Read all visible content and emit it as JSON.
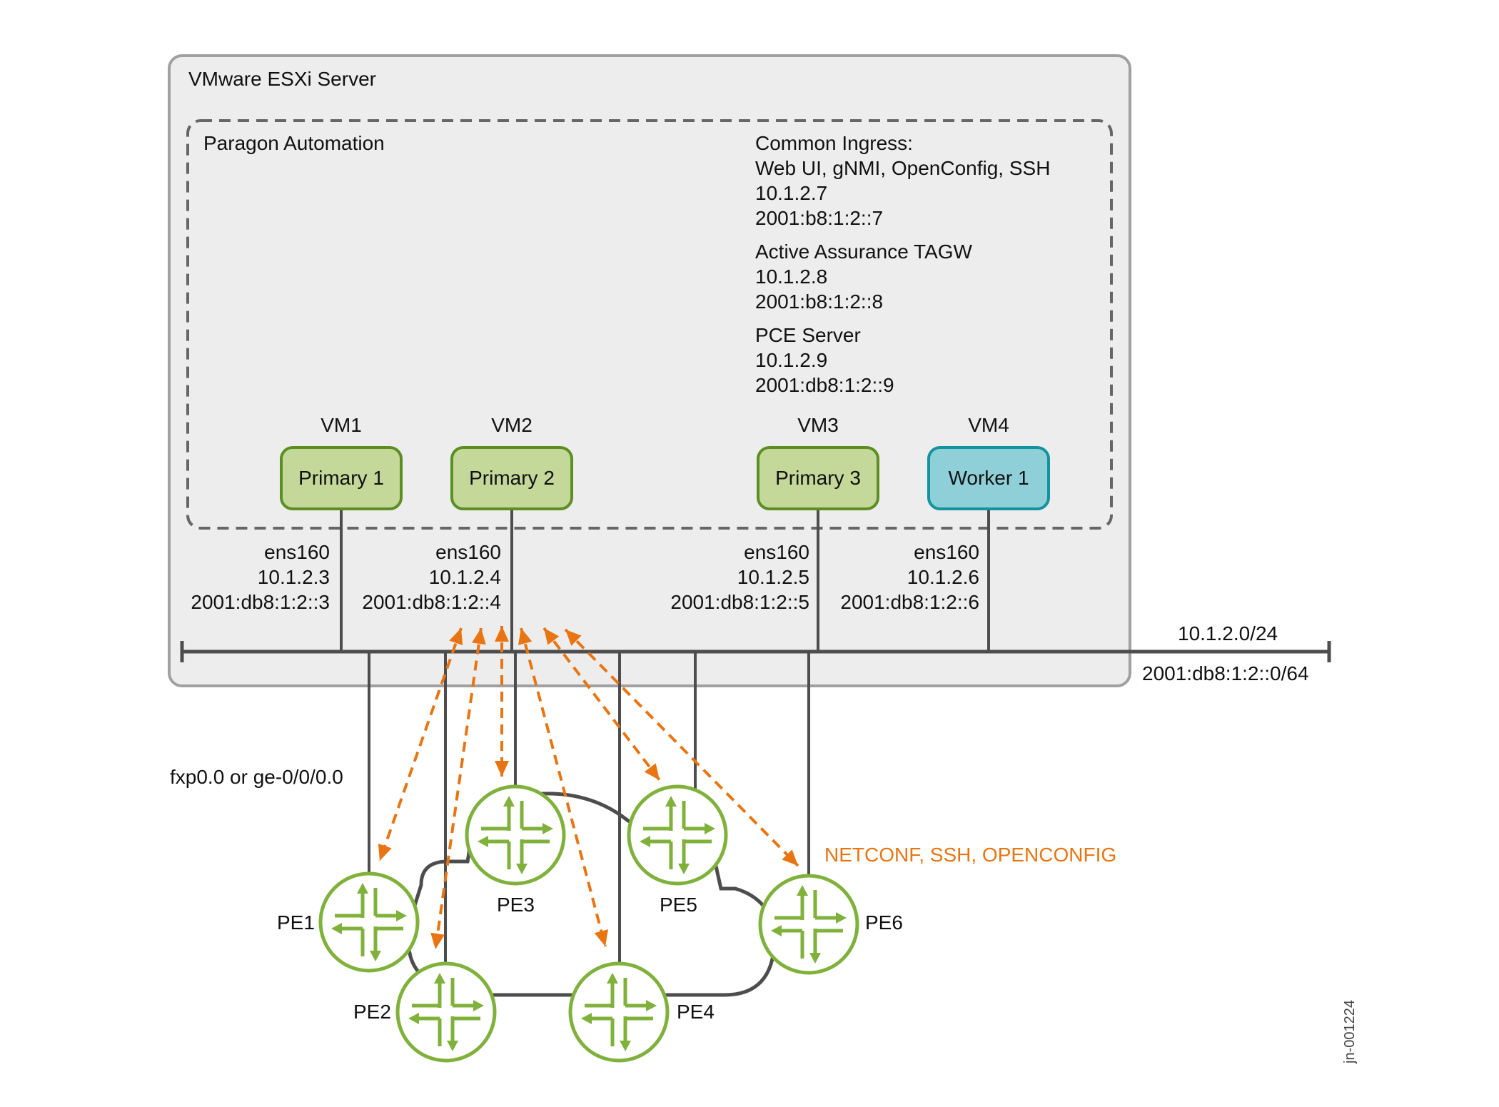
{
  "esxi": {
    "title": "VMware ESXi Server"
  },
  "paragon": {
    "title": "Paragon Automation"
  },
  "services": [
    {
      "name": "Common Ingress:",
      "detail": "Web UI, gNMI, OpenConfig, SSH",
      "ipv4": "10.1.2.7",
      "ipv6": "2001:b8:1:2::7"
    },
    {
      "name": "Active Assurance TAGW",
      "ipv4": "10.1.2.8",
      "ipv6": "2001:b8:1:2::8"
    },
    {
      "name": "PCE Server",
      "ipv4": "10.1.2.9",
      "ipv6": "2001:db8:1:2::9"
    }
  ],
  "vms": [
    {
      "vm": "VM1",
      "role": "Primary 1",
      "type": "primary",
      "iface": "ens160",
      "ipv4": "10.1.2.3",
      "ipv6": "2001:db8:1:2::3"
    },
    {
      "vm": "VM2",
      "role": "Primary 2",
      "type": "primary",
      "iface": "ens160",
      "ipv4": "10.1.2.4",
      "ipv6": "2001:db8:1:2::4"
    },
    {
      "vm": "VM3",
      "role": "Primary 3",
      "type": "primary",
      "iface": "ens160",
      "ipv4": "10.1.2.5",
      "ipv6": "2001:db8:1:2::5"
    },
    {
      "vm": "VM4",
      "role": "Worker 1",
      "type": "worker",
      "iface": "ens160",
      "ipv4": "10.1.2.6",
      "ipv6": "2001:db8:1:2::6"
    }
  ],
  "network": {
    "ipv4_subnet": "10.1.2.0/24",
    "ipv6_subnet": "2001:db8:1:2::0/64"
  },
  "router_interface": "fxp0.0 or ge-0/0/0.0",
  "protocols_label": "NETCONF, SSH, OPENCONFIG",
  "routers": [
    {
      "name": "PE1",
      "icon": "router-icon"
    },
    {
      "name": "PE2",
      "icon": "router-icon"
    },
    {
      "name": "PE3",
      "icon": "router-icon"
    },
    {
      "name": "PE4",
      "icon": "router-icon"
    },
    {
      "name": "PE5",
      "icon": "router-icon"
    },
    {
      "name": "PE6",
      "icon": "router-icon"
    }
  ],
  "colors": {
    "primary_fill": "#c4d89a",
    "primary_border": "#5b8f22",
    "worker_fill": "#8fd0d8",
    "worker_border": "#13939e",
    "router": "#7fb13b",
    "arrow": "#e87511",
    "line": "#4d4d4d"
  },
  "doc_id": "jn-001224"
}
